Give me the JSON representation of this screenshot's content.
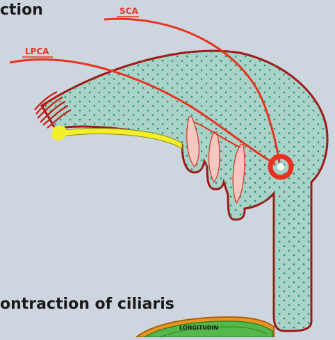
{
  "diagram": {
    "title_fragment": "ction",
    "caption": "ontraction of ciliaris",
    "labels": {
      "sca": "SCA",
      "lpca": "LPCA",
      "longitudinal_fragment": "LONGITUDIN"
    },
    "colors": {
      "background": "#cdd6de",
      "body_fill": "#a9d2c8",
      "outline": "#a01818",
      "artery": "#e8321f",
      "dots": "#1f8f6a",
      "yellow": "#f4ef2a",
      "process_fill": "#f6c8c0",
      "muscle_ring": "#e8961c",
      "muscle_green": "#54b84a"
    }
  }
}
